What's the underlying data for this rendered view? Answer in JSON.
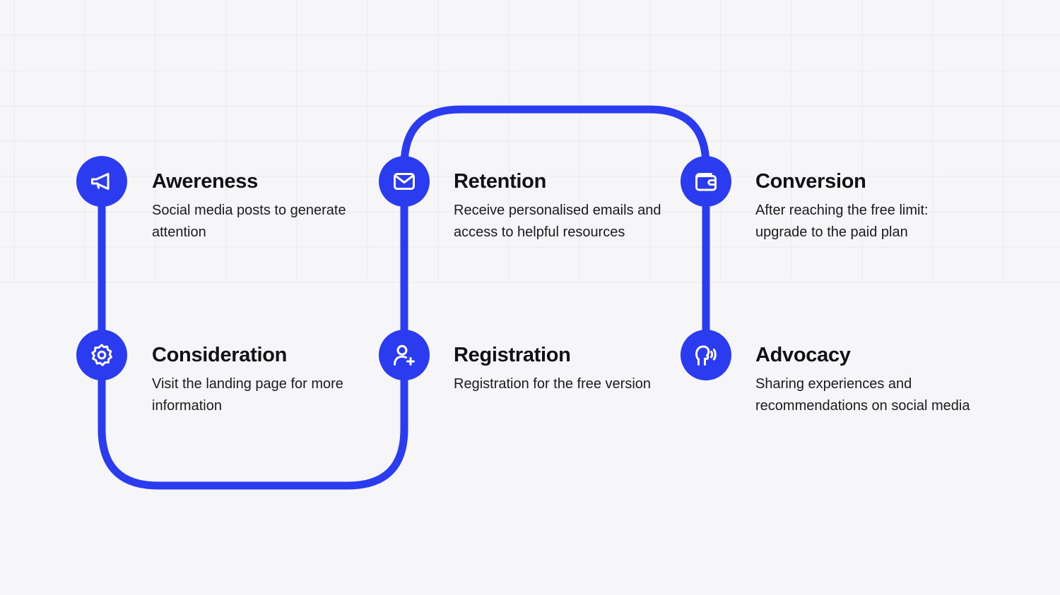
{
  "colors": {
    "accent": "#2b3cf0",
    "background": "#f6f6f8",
    "text": "#111116"
  },
  "steps": [
    {
      "title": "Awereness",
      "description": "Social media posts to generate attention",
      "icon": "megaphone-icon"
    },
    {
      "title": "Consideration",
      "description": "Visit the landing page for more information",
      "icon": "gear-icon"
    },
    {
      "title": "Registration",
      "description": "Registration for the free version",
      "icon": "user-plus-icon"
    },
    {
      "title": "Retention",
      "description": "Receive personalised emails and access to helpful resources",
      "icon": "mail-icon"
    },
    {
      "title": "Conversion",
      "description": "After reaching the free limit: upgrade to the paid plan",
      "icon": "wallet-icon"
    },
    {
      "title": "Advocacy",
      "description": "Sharing experiences and recommendations on social media",
      "icon": "speaking-head-icon"
    }
  ]
}
